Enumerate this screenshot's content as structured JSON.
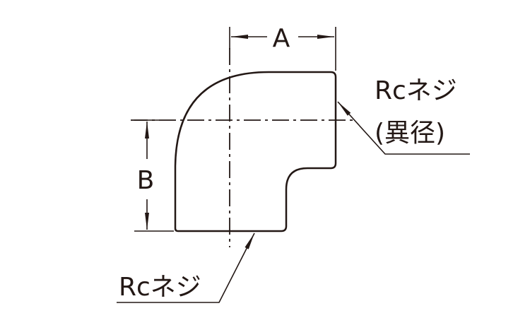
{
  "labels": {
    "dim_a": "A",
    "dim_b": "B",
    "thread_right_line1": "Rcネジ",
    "thread_right_line2": "(異径)",
    "thread_bottom": "Rcネジ"
  },
  "colors": {
    "stroke": "#231815",
    "background": "#ffffff"
  }
}
